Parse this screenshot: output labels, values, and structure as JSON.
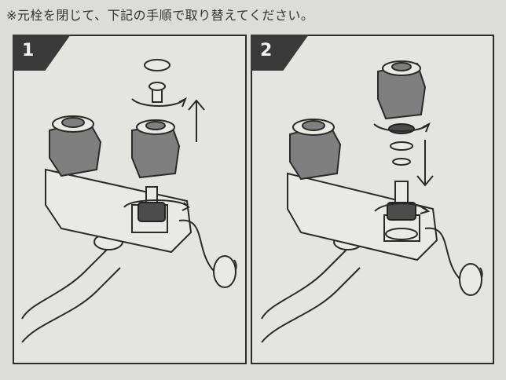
{
  "header": {
    "note": "※元栓を閉じて、下記の手順で取り替えてください。"
  },
  "panels": [
    {
      "number": "1"
    },
    {
      "number": "2"
    }
  ]
}
